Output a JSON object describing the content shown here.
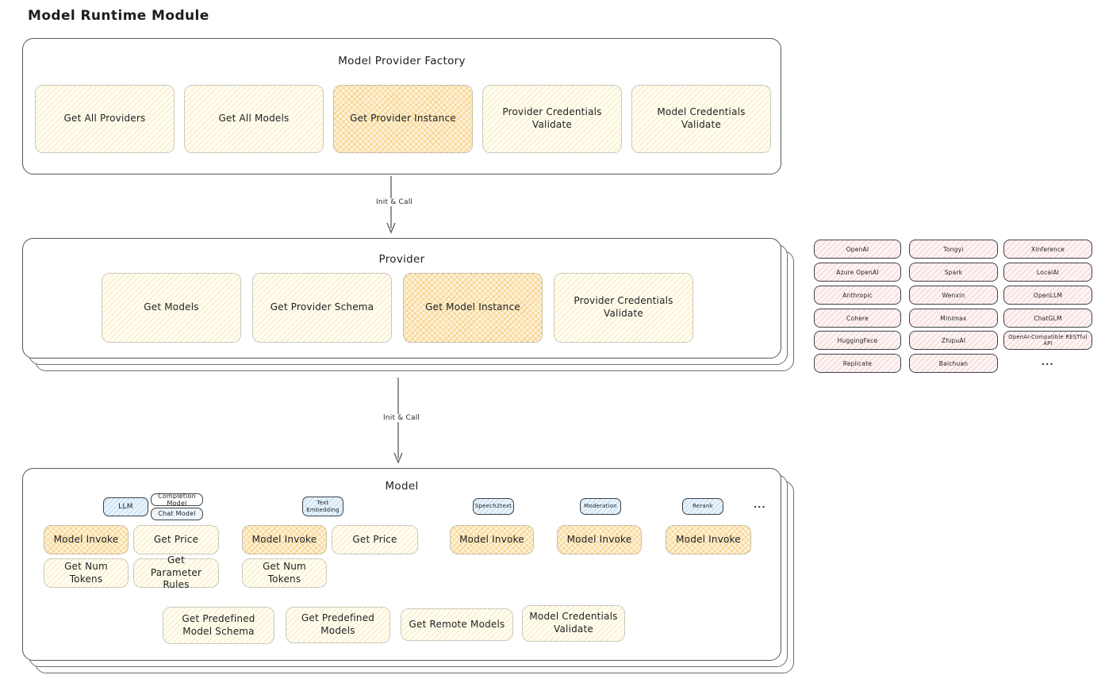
{
  "title": "Model Runtime Module",
  "colors": {
    "op_yellow_fill": "#fffdf2",
    "op_yellow_hatch": "#f0d686",
    "op_highlight_hatch": "#f4c160",
    "provider_pink_hatch": "#eea4a4",
    "tag_blue_hatch": "#96c7ee",
    "outline_dark": "#55585c",
    "dotted_border": "#989890"
  },
  "factory": {
    "title": "Model Provider Factory",
    "ops": [
      "Get All Providers",
      "Get All Models",
      "Get Provider Instance",
      "Provider Credentials Validate",
      "Model Credentials Validate"
    ]
  },
  "arrow1": {
    "label": "Init & Call"
  },
  "arrow2": {
    "label": "Init & Call"
  },
  "provider": {
    "title": "Provider",
    "ops": [
      "Get Models",
      "Get Provider Schema",
      "Get Model Instance",
      "Provider Credentials Validate"
    ]
  },
  "providers": {
    "col1": [
      "OpenAI",
      "Azure OpenAI",
      "Anthropic",
      "Cohere",
      "HuggingFace",
      "Replicate"
    ],
    "col2": [
      "Tongyi",
      "Spark",
      "Wenxin",
      "Minimax",
      "ZhipuAI",
      "Baichuan"
    ],
    "col3": [
      "Xinference",
      "LocalAI",
      "OpenLLM",
      "ChatGLM",
      "OpenAI-Compatible RESTful API"
    ],
    "more": "..."
  },
  "model": {
    "title": "Model",
    "tags": {
      "llm": "LLM",
      "completion": "Completion Model",
      "chat": "Chat Model",
      "text_embedding": "Text Embedding",
      "speech2text": "Speech2text",
      "moderation": "Moderation",
      "rerank": "Rerank"
    },
    "more": "...",
    "ops": {
      "model_invoke": "Model Invoke",
      "get_price": "Get Price",
      "get_num_tokens": "Get Num Tokens",
      "get_parameter_rules": "Get Parameter Rules"
    },
    "bottom_ops": [
      "Get Predefined Model Schema",
      "Get Predefined Models",
      "Get Remote Models",
      "Model Credentials Validate"
    ]
  }
}
